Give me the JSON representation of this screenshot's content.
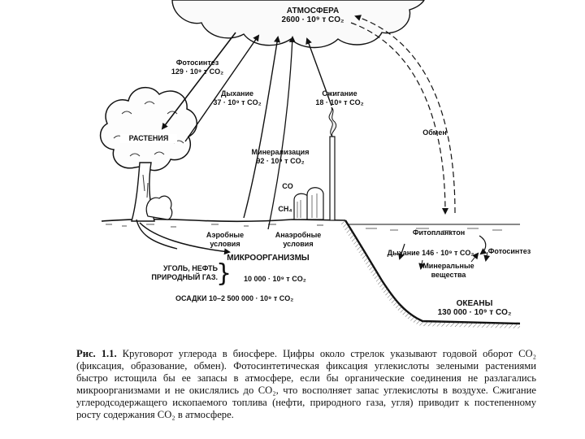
{
  "diagram": {
    "atmosphere": {
      "title": "АТМОСФЕРА",
      "value": "2600 · 10⁹ т CO₂"
    },
    "photosynthesis": {
      "title": "Фотосинтез",
      "value": "129 · 10⁹ т CO₂"
    },
    "respiration": {
      "title": "Дыхание",
      "value": "37 · 10⁹ т CO₂"
    },
    "combustion": {
      "title": "Сжигание",
      "value": "18 · 10⁹ т CO₂"
    },
    "exchange": {
      "title": "Обмен"
    },
    "plants": {
      "title": "РАСТЕНИЯ"
    },
    "mineralization": {
      "title": "Минерализация",
      "value": "92 · 10⁹ т CO₂"
    },
    "co_label": "CO",
    "ch4_label": "CH₄",
    "aerobic": {
      "line1": "Аэробные",
      "line2": "условия"
    },
    "anaerobic": {
      "line1": "Анаэробные",
      "line2": "условия"
    },
    "microorganisms": "МИКРООРГАНИЗМЫ",
    "coal": {
      "line1": "УГОЛЬ, НЕФТЬ",
      "line2": "ПРИРОДНЫЙ ГАЗ."
    },
    "fossil_value": "10 000 · 10⁹ т CO₂",
    "sediments": "ОСАДКИ 10–2 500 000 · 10⁹ т CO₂",
    "phytoplankton": "Фитопланктон",
    "ocean_respiration": "Дыхание 146 · 10⁹ т CO₂",
    "ocean_photosynthesis": "Фотосинтез",
    "minerals": {
      "line1": "Минеральные",
      "line2": "вещества"
    },
    "oceans": {
      "title": "ОКЕАНЫ",
      "value": "130 000 · 10⁹ т CO₂"
    }
  },
  "caption": {
    "label": "Рис. 1.1.",
    "text": "Круговорот углерода в биосфере. Цифры около стрелок указывают годовой оборот CO₂ (фиксация, образование, обмен). Фотосинтетическая фиксация углекислоты зелеными растениями быстро истощила бы ее запасы в атмосфере, если бы органические соединения не разлагались микроорганизмами и не окислялись до CO₂, что восполняет запас углекислоты в воздухе. Сжигание углеродсодержащего ископаемого топлива (нефти, природного газа, угля) приводит к постепенному росту содержания CO₂ в атмосфере."
  }
}
